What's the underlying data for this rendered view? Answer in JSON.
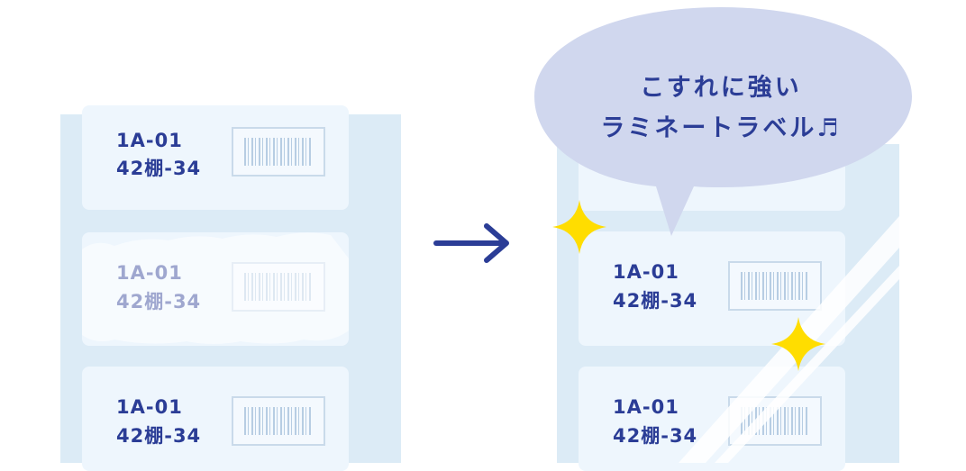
{
  "labels": {
    "location_code": "1A-01",
    "shelf_code": "42棚-34"
  },
  "bubble": {
    "line1": "こすれに強い",
    "line2": "ラミネートラベル♬"
  },
  "colors": {
    "panel_bg": "#dcebf6",
    "label_bg": "#eef6fd",
    "text_navy": "#2b3d96",
    "bubble_bg": "#d0d7ee",
    "sparkle": "#ffdd00",
    "arrow": "#2b3d96"
  },
  "icons": [
    "arrow-right-icon",
    "sparkle-icon",
    "barcode-icon"
  ]
}
